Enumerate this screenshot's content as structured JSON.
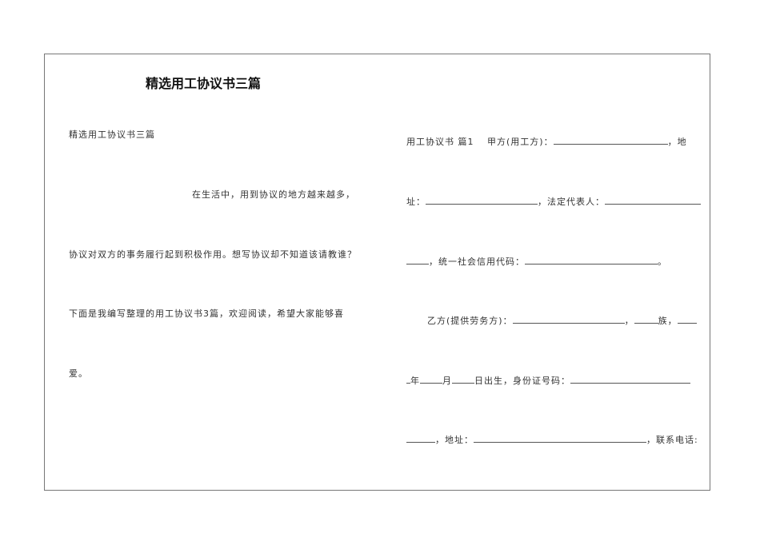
{
  "title": "精选用工协议书三篇",
  "left_column": {
    "subtitle": "精选用工协议书三篇",
    "para1": "在生活中，用到协议的地方越来越多，",
    "para2": "协议对双方的事务履行起到积极作用。想写协议却不知道该请教谁？",
    "para3": "下面是我编写整理的用工协议书3篇，欢迎阅读，希望大家能够喜",
    "para4": "爱。"
  },
  "right_column": {
    "l1a": "用工协议书 篇1　 甲方(用工方)：",
    "l1b": "，地",
    "l2a": "址：",
    "l2b": "，法定代表人：",
    "l3b": "，统一社会信用代码：",
    "l3c": "。",
    "l4a": "乙方(提供劳务方)：",
    "l4b": "，",
    "l4c": "族，",
    "l5a": "年",
    "l5b": "月",
    "l5c": "日出生，身份证号码：",
    "l6b": "，地址：",
    "l6c": "，联系电话:"
  }
}
